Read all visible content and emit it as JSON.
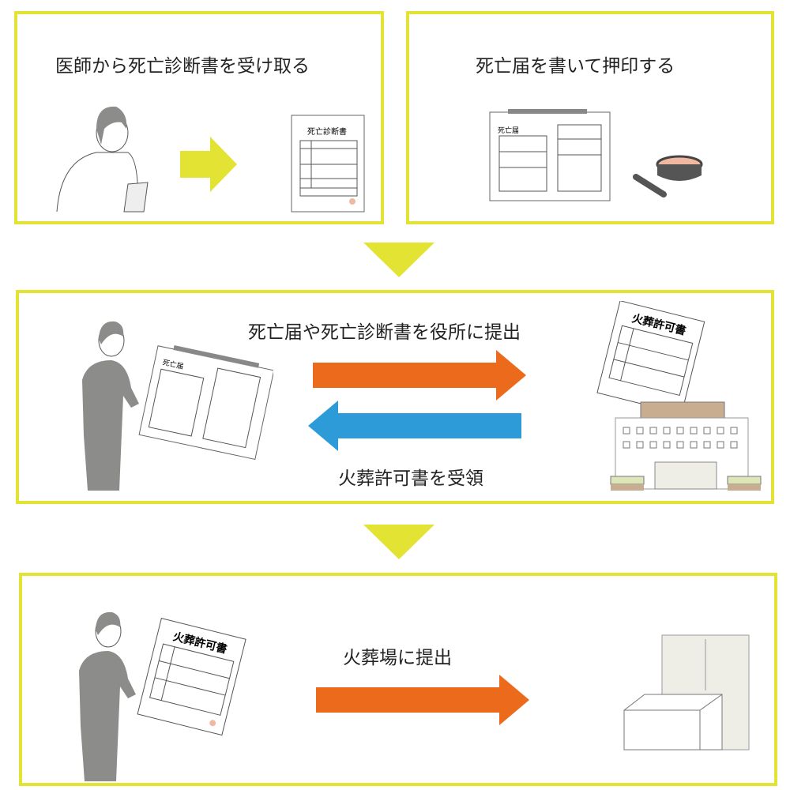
{
  "colors": {
    "border": "#e3e334",
    "orange": "#ec6a1c",
    "blue": "#2d9bd8",
    "figure": "#8c8c8a",
    "building": "#c8ad90"
  },
  "step1": {
    "title": "医師から死亡診断書を受け取る",
    "doc_label": "死亡診断書"
  },
  "step2": {
    "title": "死亡届を書いて押印する",
    "doc_label": "死亡届"
  },
  "step3": {
    "submit_label": "死亡届や死亡診断書を役所に提出",
    "receive_label": "火葬許可書を受領",
    "doc_label": "死亡届",
    "permit_label": "火葬許可書"
  },
  "step4": {
    "submit_label": "火葬場に提出",
    "permit_label": "火葬許可書"
  }
}
